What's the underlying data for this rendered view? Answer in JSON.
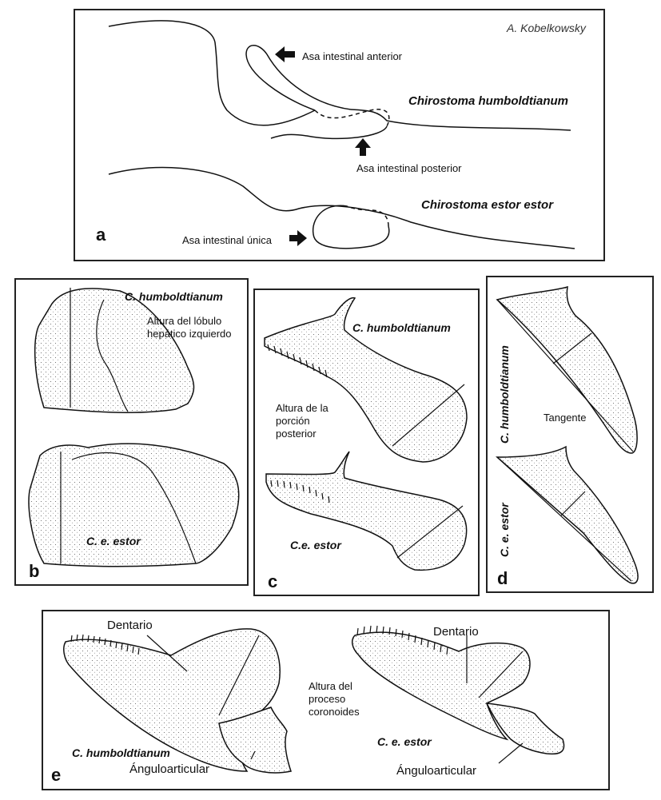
{
  "panel_a": {
    "author": "A. Kobelkowsky",
    "letter": "a",
    "label_anterior": "Asa intestinal anterior",
    "label_posterior": "Asa intestinal posterior",
    "label_unica": "Asa intestinal única",
    "species_1": "Chirostoma humboldtianum",
    "species_2": "Chirostoma estor estor"
  },
  "panel_b": {
    "letter": "b",
    "species_1": "C. humboldtianum",
    "species_2": "C. e. estor",
    "measure_label_1": "Altura del lóbulo",
    "measure_label_2": "hepático izquierdo"
  },
  "panel_c": {
    "letter": "c",
    "species_1": "C. humboldtianum",
    "species_2": "C.e. estor",
    "measure_label_1": "Altura de la",
    "measure_label_2": "porción",
    "measure_label_3": "posterior"
  },
  "panel_d": {
    "letter": "d",
    "species_1": "C. humboldtianum",
    "species_2": "C. e. estor",
    "tangent_label": "Tangente"
  },
  "panel_e": {
    "letter": "e",
    "species_1": "C. humboldtianum",
    "species_2": "C. e. estor",
    "dentario_1": "Dentario",
    "dentario_2": "Dentario",
    "angulo_1": "Ánguloarticular",
    "angulo_2": "Ánguloarticular",
    "measure_label_1": "Altura del",
    "measure_label_2": "proceso",
    "measure_label_3": "coronoides"
  }
}
